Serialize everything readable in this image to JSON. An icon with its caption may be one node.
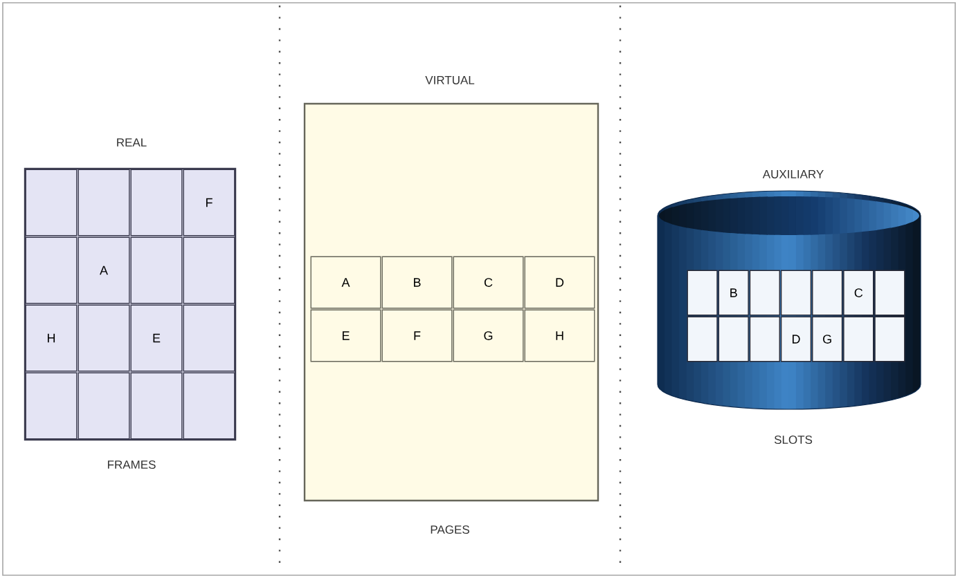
{
  "diagram": {
    "nodes": [
      {
        "text": [
          "REAL"
        ],
        "beside": [
          "FRAMES"
        ]
      },
      {
        "text": [],
        "shape": "box",
        "in": 0
      },
      {
        "text": [],
        "shape": "box",
        "in": 0
      },
      {
        "text": [],
        "shape": "box",
        "in": 0
      },
      {
        "text": [
          "F"
        ],
        "in": 0
      },
      {
        "text": [],
        "shape": "box",
        "in": 0
      },
      {
        "text": [
          "A"
        ],
        "in": 0
      },
      {
        "text": [],
        "shape": "box",
        "in": 0
      },
      {
        "text": [],
        "shape": "box",
        "in": 0
      },
      {
        "text": [
          "H"
        ],
        "in": 0
      },
      {
        "text": [],
        "shape": "box",
        "in": 0
      },
      {
        "text": [
          "E"
        ],
        "in": 0
      },
      {
        "text": [],
        "shape": "box",
        "in": 0
      },
      {
        "text": [],
        "shape": "box",
        "in": 0
      },
      {
        "text": [],
        "shape": "box",
        "in": 0
      },
      {
        "text": [],
        "shape": "box",
        "in": 0
      },
      {
        "text": [],
        "shape": "box",
        "in": 0
      },
      {
        "text": [
          "VIRTUAL"
        ],
        "beside": [
          "PAGES"
        ]
      },
      {
        "text": [
          "A"
        ],
        "in": 17
      },
      {
        "text": [
          "B"
        ],
        "in": 17
      },
      {
        "text": [
          "C"
        ],
        "in": 17
      },
      {
        "text": [
          "D"
        ],
        "in": 17
      },
      {
        "text": [
          "E"
        ],
        "in": 17
      },
      {
        "text": [
          "F"
        ],
        "in": 17
      },
      {
        "text": [
          "G"
        ],
        "in": 17
      },
      {
        "text": [
          "H"
        ],
        "in": 17
      },
      {
        "text": [
          "AUXILIARY"
        ],
        "beside": [
          "SLOTS"
        ]
      },
      {
        "text": [],
        "shape": "box",
        "in": 26
      },
      {
        "text": [
          "B"
        ],
        "in": 26
      },
      {
        "text": [],
        "shape": "box",
        "in": 26
      },
      {
        "text": [],
        "shape": "box",
        "in": 26
      },
      {
        "text": [],
        "shape": "box",
        "in": 26
      },
      {
        "text": [
          "C"
        ],
        "in": 26
      },
      {
        "text": [],
        "shape": "box",
        "in": 26
      },
      {
        "text": [],
        "shape": "box",
        "in": 26
      },
      {
        "text": [],
        "shape": "box",
        "in": 26
      },
      {
        "text": [],
        "shape": "box",
        "in": 26
      },
      {
        "text": [
          "D"
        ],
        "in": 26
      },
      {
        "text": [
          "G"
        ],
        "in": 26
      },
      {
        "text": [],
        "shape": "box",
        "in": 26
      },
      {
        "text": [],
        "shape": "box",
        "in": 26
      }
    ]
  }
}
